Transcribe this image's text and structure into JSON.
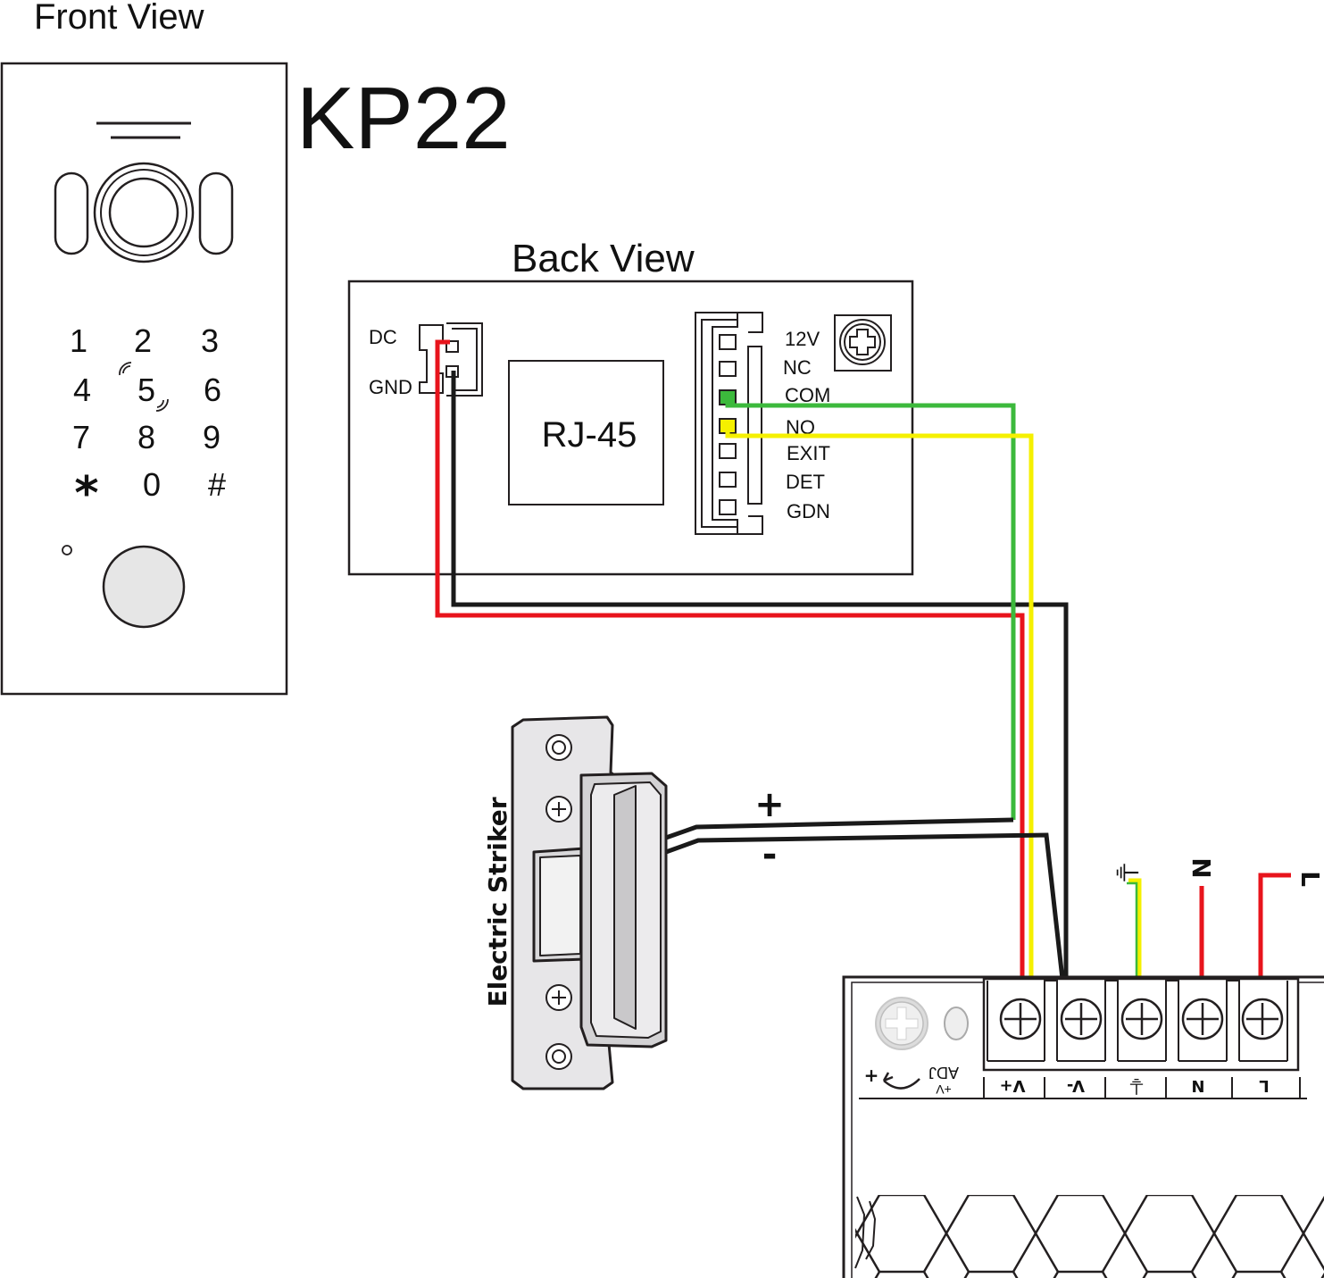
{
  "front": {
    "heading": "Front View",
    "model": "KP22",
    "keys": [
      "1",
      "2",
      "3",
      "4",
      "5",
      "6",
      "7",
      "8",
      "9",
      "*",
      "0",
      "#"
    ]
  },
  "back": {
    "heading": "Back View",
    "dc_label": "DC",
    "gnd_label": "GND",
    "rj45_label": "RJ-45",
    "terminals": [
      "12V",
      "NC",
      "COM",
      "NO",
      "EXIT",
      "DET",
      "GDN"
    ]
  },
  "striker": {
    "label": "Electric Striker",
    "plus": "+",
    "minus": "-"
  },
  "psu": {
    "terminals": [
      "V+",
      "V-",
      "⏚",
      "N",
      "L"
    ],
    "top_labels": [
      "⏚",
      "N",
      "L"
    ],
    "adj_label": "ADJ",
    "adj_sub": "+V",
    "adj_plus": "+"
  },
  "colors": {
    "red": "#e8141c",
    "black": "#1a1a1a",
    "green": "#3cb93c",
    "yellow": "#f5f000",
    "outline": "#231f20"
  }
}
